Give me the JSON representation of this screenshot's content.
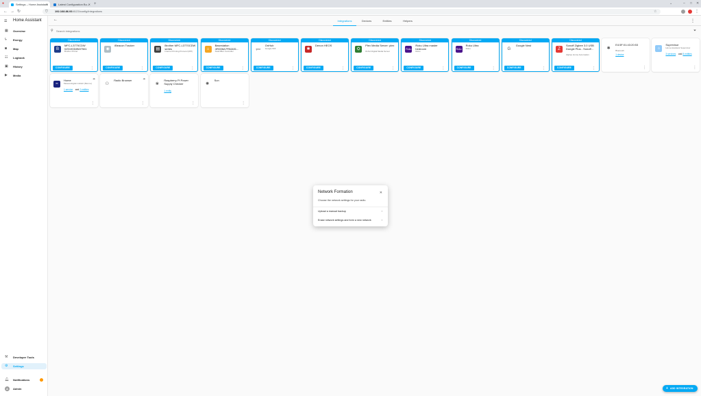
{
  "browser": {
    "tabs": [
      {
        "title": "Settings – Home Assistant"
      },
      {
        "title": "Latest Configuration Bu..."
      }
    ],
    "url_host": "192.168.86.93",
    "url_path": ":8123/config/integrations"
  },
  "sidebar": {
    "title": "Home Assistant",
    "items": [
      {
        "label": "Overview",
        "icon": "view-dashboard-icon"
      },
      {
        "label": "Energy",
        "icon": "lightning-icon"
      },
      {
        "label": "Map",
        "icon": "account-box-icon"
      },
      {
        "label": "Logbook",
        "icon": "logbook-icon"
      },
      {
        "label": "History",
        "icon": "chart-box-icon"
      },
      {
        "label": "Media",
        "icon": "play-box-icon"
      }
    ],
    "bottom_items": [
      {
        "label": "Developer Tools",
        "icon": "hammer-icon"
      },
      {
        "label": "Settings",
        "icon": "cog-icon"
      },
      {
        "label": "Notifications",
        "icon": "bell-icon"
      },
      {
        "label": "Admin",
        "icon": "avatar-icon"
      }
    ],
    "avatar_letter": "A"
  },
  "page_tabs": [
    "Integrations",
    "Devices",
    "Entities",
    "Helpers"
  ],
  "search": {
    "placeholder": "Search integrations"
  },
  "discovered_label": "Discovered",
  "configure_label": "CONFIGURE",
  "cards_row1": [
    {
      "name": "MFC-L3770CDW 0Z0190D8N07561",
      "sub": "Brother Printer",
      "discovered": true,
      "logo": "brother-logo",
      "color": "#1f3c88",
      "glyph": "B"
    },
    {
      "name": "iBeacon Tracker",
      "sub": "",
      "discovered": true,
      "logo": "ibeacon-logo",
      "color": "#b0bec5",
      "glyph": "◉"
    },
    {
      "name": "Brother MFC-L3770CDW series",
      "sub": "Internet Printing Protocol (IPP)",
      "discovered": true,
      "logo": "printer-logo",
      "color": "#424242",
      "glyph": "▤"
    },
    {
      "name": "Basestation 4RD06A7FB4481...",
      "sub": "SwitchBot Controller",
      "discovered": true,
      "logo": "house-logo",
      "color": "#f5a623",
      "glyph": "⌂"
    },
    {
      "name": "OnHub",
      "sub": "Google Wifi",
      "discovered": true,
      "logo": "iphd-logo",
      "color": "#ffffff",
      "glyph": "iphd"
    },
    {
      "name": "Denon HEOS",
      "sub": "",
      "discovered": true,
      "logo": "heos-logo",
      "color": "#c62828",
      "glyph": "✱"
    },
    {
      "name": "Plex Media Server: plex",
      "sub": "DLNA Digital Media Server",
      "discovered": true,
      "logo": "plex-logo",
      "color": "#2e7d32",
      "glyph": "⛭"
    },
    {
      "name": "Roku Ultra master bedroom",
      "sub": "Roku",
      "discovered": true,
      "logo": "roku-logo",
      "color": "#4a148c",
      "glyph": "Roku"
    },
    {
      "name": "Roku Ultra",
      "sub": "Roku",
      "discovered": true,
      "logo": "roku-logo",
      "color": "#4a148c",
      "glyph": "Roku"
    },
    {
      "name": "Google Nest",
      "sub": "",
      "discovered": true,
      "logo": "google-logo",
      "color": "#ffffff",
      "glyph": "G"
    },
    {
      "name": "Sonoff Zigbee 3.0 USB Dongle Plus - Sonoff...",
      "sub": "Zigbee Home Automation",
      "discovered": true,
      "logo": "zha-logo",
      "color": "#e53935",
      "glyph": "Z"
    },
    {
      "name": "E4:5F:01:43:20:53",
      "sub": "Bluetooth",
      "discovered": false,
      "logo": "bluetooth-logo",
      "color": "#ffffff",
      "glyph": "✱",
      "link1": "1 device",
      "link_and": "",
      "link2": ""
    },
    {
      "name": "Supervisor",
      "sub": "Home Assistant Supervisor",
      "discovered": false,
      "logo": "supervisor-logo",
      "color": "#90caf9",
      "glyph": "⌂",
      "link1": "3 services",
      "link_and": "and",
      "link2": "8 entities"
    }
  ],
  "cards_row2": [
    {
      "name": "Home",
      "sub": "Meteorologisk institutt (Met.no)",
      "logo": "met-logo",
      "color": "#1a237e",
      "glyph": "≈",
      "link1": "1 service",
      "link_and": "and",
      "link2": "2 entities",
      "cloud": true
    },
    {
      "name": "Radio Browser",
      "sub": "",
      "logo": "radio-logo",
      "color": "#ffffff",
      "glyph": "⚇",
      "cloud": true
    },
    {
      "name": "Raspberry Pi Power Supply Checker",
      "sub": "",
      "logo": "raspberry-logo",
      "color": "#ffffff",
      "glyph": "❀",
      "link1": "1 entity",
      "link_and": "",
      "link2": "",
      "cloud": false
    },
    {
      "name": "Sun",
      "sub": "",
      "logo": "sun-logo",
      "color": "#ffffff",
      "glyph": "✺",
      "cloud": false
    }
  ],
  "dialog": {
    "title": "Network Formation",
    "description": "Choose the network settings for your radio.",
    "options": [
      {
        "label": "Upload a manual backup"
      },
      {
        "label": "Erase network settings and form a new network"
      }
    ]
  },
  "fab_label": "ADD INTEGRATION"
}
